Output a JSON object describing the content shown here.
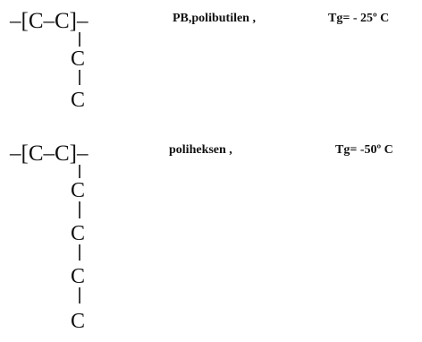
{
  "polymers": [
    {
      "backbone": "–[C–C]–",
      "side_chain": [
        "C",
        "C"
      ],
      "name": "PB,polibutilen ,",
      "tg": "Tg= - 25º C"
    },
    {
      "backbone": "–[C–C]–",
      "side_chain": [
        "C",
        "C",
        "C",
        "C"
      ],
      "name": "poliheksen ,",
      "tg": "Tg= -50º C"
    }
  ]
}
